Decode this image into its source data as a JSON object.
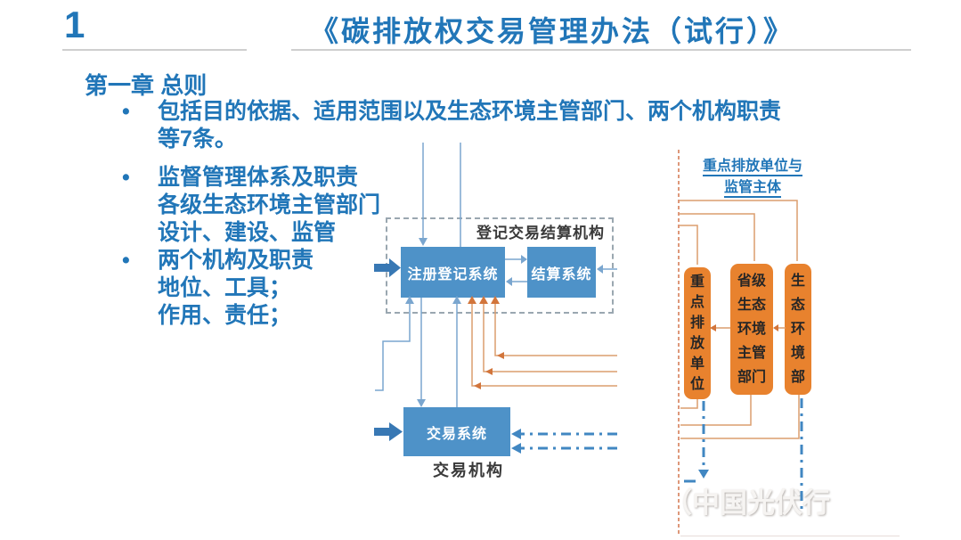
{
  "slide": {
    "number": "1",
    "title": "《碳排放权交易管理办法（试行）》"
  },
  "outline": {
    "heading": "第一章 总则",
    "bullet_glyph": "•",
    "bullets": [
      {
        "text": "包括目的依据、适用范围以及生态环境主管部门、两个机构职责等7条。",
        "subs": []
      },
      {
        "text": "监督管理体系及职责",
        "subs": [
          "各级生态环境主管部门",
          "设计、建设、监管"
        ]
      },
      {
        "text": "两个机构及职责",
        "subs": [
          "地位、工具；",
          "作用、责任；"
        ]
      }
    ]
  },
  "diagram": {
    "registry_group_label": "登记交易结算机构",
    "registry_system": "注册登记系统",
    "settlement_system": "结算系统",
    "trading_system": "交易系统",
    "trading_org_label": "交易机构"
  },
  "right_panel": {
    "header_line1": "重点排放单位与",
    "header_line2": "监管主体",
    "boxes": [
      "重点排放单位",
      "省级生态环境主管部门",
      "生态环境部"
    ]
  },
  "watermark": {
    "text": "（中国光伏行"
  },
  "colors": {
    "accent_blue_text": "#2176b8",
    "system_box_blue": "#4e92c8",
    "org_box_orange": "#e8822e",
    "orange_connector": "#dc9e6e",
    "orange_arrowhead": "#d2753b",
    "blue_connector": "#7aa6cf",
    "dashdot_blue": "#4187c2",
    "dashed_red_orange": "#d4764f",
    "thick_arrow_blue": "#3878b4",
    "label_dark": "#3a3a3a"
  }
}
